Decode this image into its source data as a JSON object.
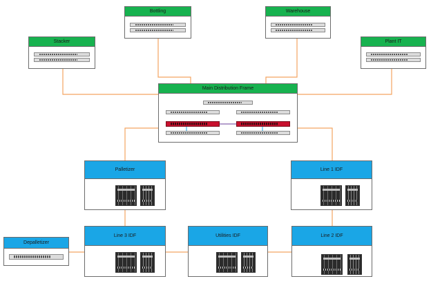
{
  "nodes": {
    "bottling": "Bottling",
    "warehouse": "Warehouse",
    "stacker": "Stacker",
    "plant_it": "Plant IT",
    "mdf": "Main Distribution Frame",
    "palletizer": "Palletizer",
    "line1_idf": "Line 1 IDF",
    "line3_idf": "Line 3 IDF",
    "utilities_idf": "Utilities IDF",
    "line2_idf": "Line 2 IDF",
    "depalletizer": "Depalletizer"
  },
  "colors": {
    "link": "#f4a460",
    "header_green": "#17b24f",
    "header_blue": "#1aa6e6",
    "firewall_red": "#c8102e"
  },
  "icons": {
    "switch": "network-switch-icon",
    "firewall": "firewall-icon",
    "controller": "io-controller-icon"
  }
}
